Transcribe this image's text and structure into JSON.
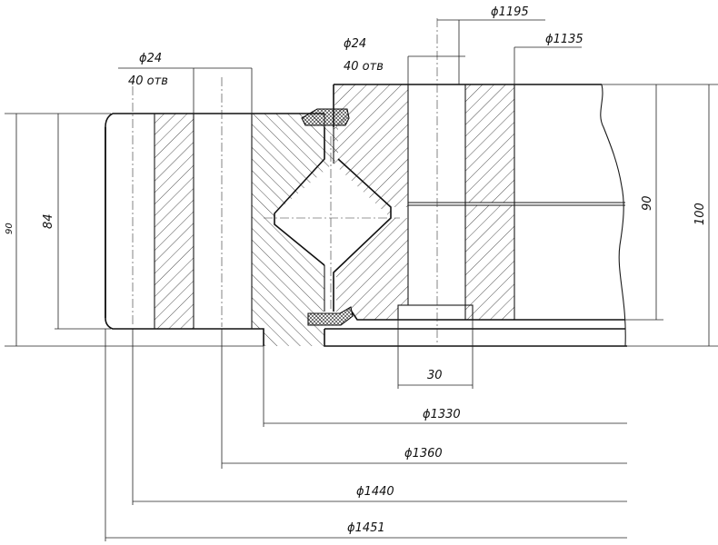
{
  "dimensions": {
    "top_diameter_1195": "ϕ1195",
    "top_diameter_1135": "ϕ1135",
    "left_hole_diameter": "ϕ24",
    "left_hole_count": "40 отв",
    "right_hole_diameter": "ϕ24",
    "right_hole_count": "40 отв",
    "left_height_90": "90",
    "left_height_84": "84",
    "right_height_90": "90",
    "right_height_100": "100",
    "width_30": "30",
    "bottom_diameter_1330": "ϕ1330",
    "bottom_diameter_1360": "ϕ1360",
    "bottom_diameter_1440": "ϕ1440",
    "bottom_diameter_1451": "ϕ1451"
  }
}
